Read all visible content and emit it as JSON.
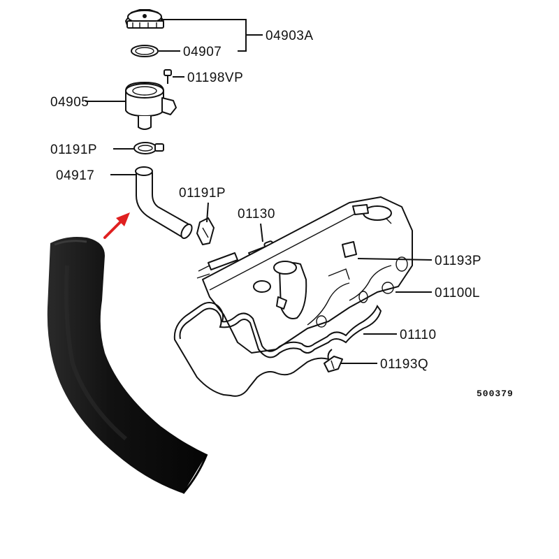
{
  "diagram": {
    "figure_number": "500379",
    "callouts": [
      {
        "id": "cap",
        "part": "04903A"
      },
      {
        "id": "cap-gasket",
        "part": "04907"
      },
      {
        "id": "bolt",
        "part": "01198VP"
      },
      {
        "id": "filler-neck",
        "part": "04905"
      },
      {
        "id": "clamp-upper",
        "part": "01191P"
      },
      {
        "id": "hose",
        "part": "04917"
      },
      {
        "id": "clamp-lower",
        "part": "01191P"
      },
      {
        "id": "valve",
        "part": "01130"
      },
      {
        "id": "clip-upper",
        "part": "01193P"
      },
      {
        "id": "rocker-cover",
        "part": "01100L"
      },
      {
        "id": "cover-gasket",
        "part": "01110"
      },
      {
        "id": "clip-lower",
        "part": "01193Q"
      }
    ],
    "highlight_color": "#e02020",
    "hose_photo_color": "#141414"
  }
}
